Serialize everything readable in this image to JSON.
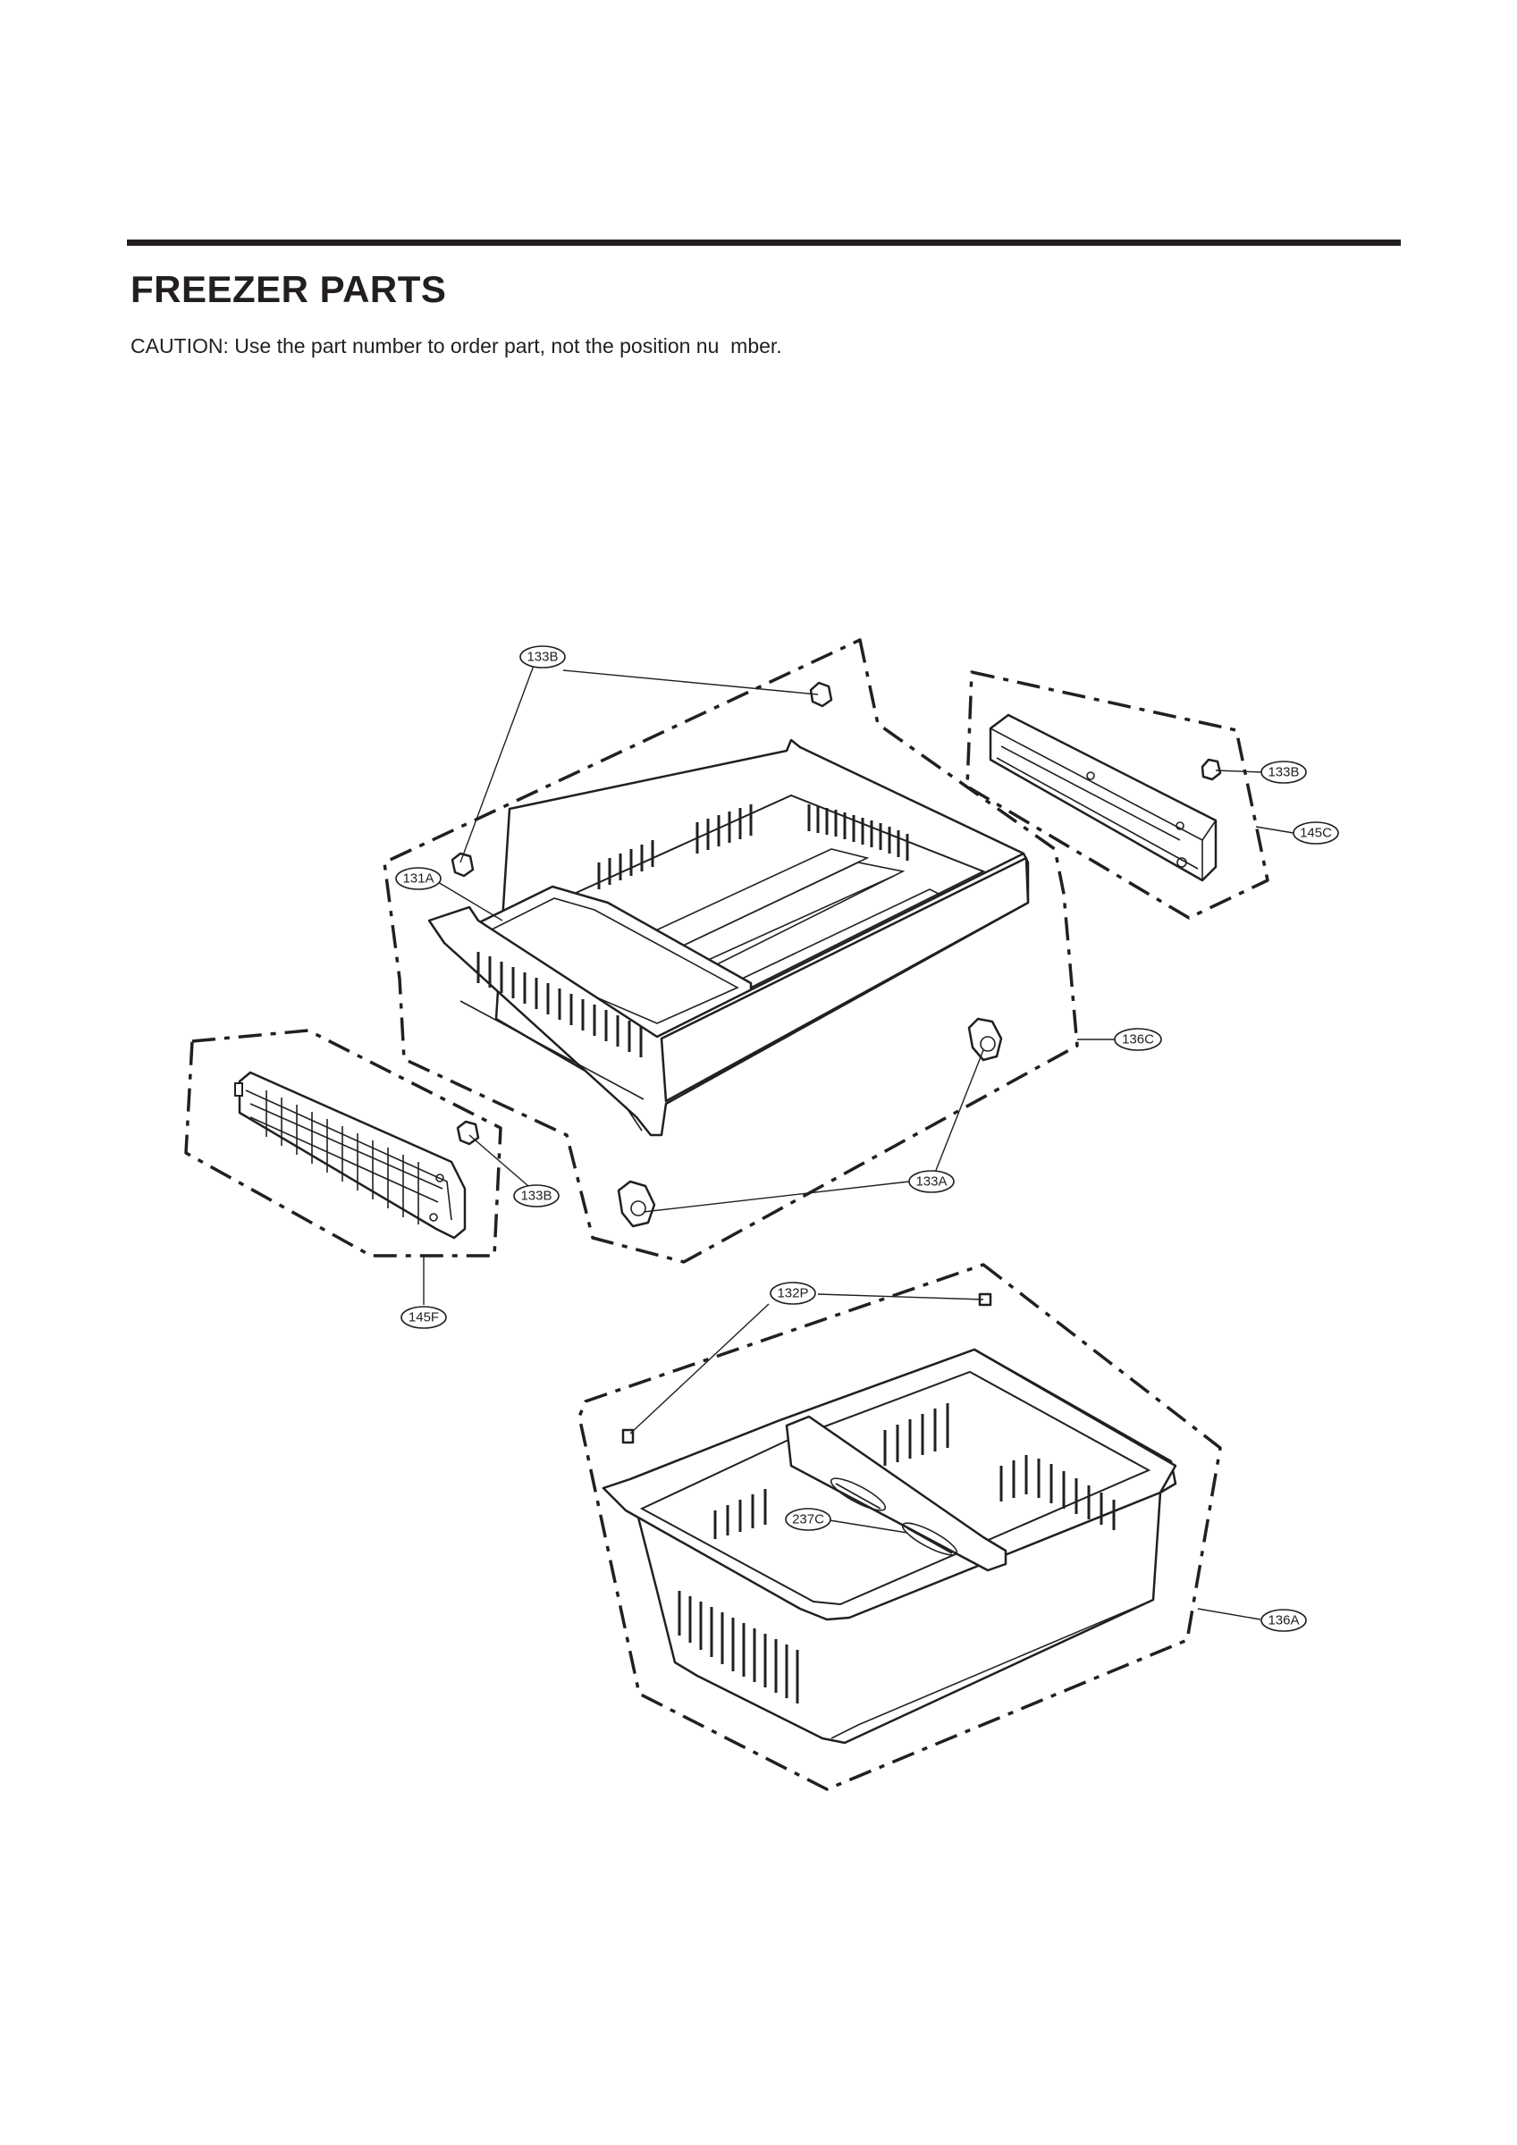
{
  "header": {
    "title": "FREEZER PARTS",
    "caution": "CAUTION: Use the part number to order part, not the position nu  mber."
  },
  "callouts": {
    "c133B_top": "133B",
    "c133B_right": "133B",
    "c145C": "145C",
    "c131A": "131A",
    "c136C": "136C",
    "c133B_left": "133B",
    "c133A": "133A",
    "c145F": "145F",
    "c132P": "132P",
    "c237C": "237C",
    "c136A": "136A"
  }
}
